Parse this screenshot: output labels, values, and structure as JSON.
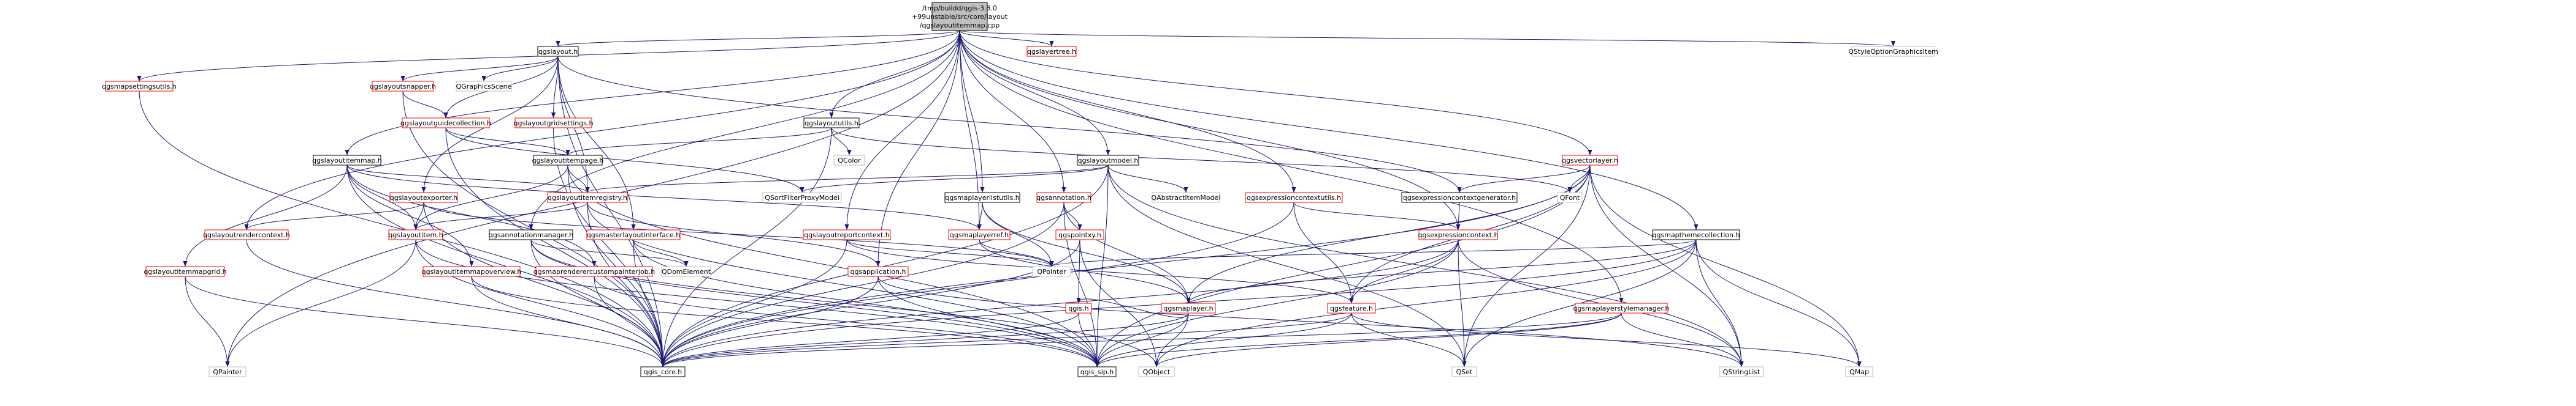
{
  "root": {
    "lines": [
      "/tmp/buildd/qgis-3.8.0",
      "+99unstable/src/core/layout",
      "/qgslayoutitemmap.cpp"
    ]
  },
  "colors": {
    "root_fill": "#bfbfbf",
    "red": "#ff0000",
    "black": "#000000",
    "gray": "#bfbfbf",
    "edge": "#191970"
  },
  "nodes": [
    {
      "id": "root",
      "style": "root"
    },
    {
      "id": "qgslayout",
      "label": "qgslayout.h",
      "style": "black"
    },
    {
      "id": "qgslayertree",
      "label": "qgslayertree.h",
      "style": "red"
    },
    {
      "id": "qstyleopt",
      "label": "QStyleOptionGraphicsItem",
      "style": "gray"
    },
    {
      "id": "qgsmapsettingsutils",
      "label": "qgsmapsettingsutils.h",
      "style": "red"
    },
    {
      "id": "qgslayoutsnapper",
      "label": "qgslayoutsnapper.h",
      "style": "red"
    },
    {
      "id": "qgraphicsscene",
      "label": "QGraphicsScene",
      "style": "gray"
    },
    {
      "id": "qgslayoutgridsettings",
      "label": "qgslayoutgridsettings.h",
      "style": "red"
    },
    {
      "id": "qgslayoutguidecollection",
      "label": "qgslayoutguidecollection.h",
      "style": "red"
    },
    {
      "id": "qgslayoututils",
      "label": "qgslayoututils.h",
      "style": "black"
    },
    {
      "id": "qcolor",
      "label": "QColor",
      "style": "gray"
    },
    {
      "id": "qgslayoutitemmap",
      "label": "qgslayoutitemmap.h",
      "style": "black"
    },
    {
      "id": "qgslayoutitempage",
      "label": "qgslayoutitempage.h",
      "style": "black"
    },
    {
      "id": "qgslayoutmodel",
      "label": "qgslayoutmodel.h",
      "style": "black"
    },
    {
      "id": "qgsvectorlayer",
      "label": "qgsvectorlayer.h",
      "style": "red"
    },
    {
      "id": "qgslayoutexporter",
      "label": "qgslayoutexporter.h",
      "style": "red"
    },
    {
      "id": "qgslayoutitemregistry",
      "label": "qgslayoutitemregistry.h",
      "style": "red"
    },
    {
      "id": "qsortfilterproxymodel",
      "label": "QSortFilterProxyModel",
      "style": "gray"
    },
    {
      "id": "qgsmaplayerlistutils",
      "label": "qgsmaplayerlistutils.h",
      "style": "black"
    },
    {
      "id": "qgsannotation",
      "label": "qgsannotation.h",
      "style": "red"
    },
    {
      "id": "qabstractitemmodel",
      "label": "QAbstractItemModel",
      "style": "gray"
    },
    {
      "id": "qgsexpressioncontextutils",
      "label": "qgsexpressioncontextutils.h",
      "style": "red"
    },
    {
      "id": "qgsexpressioncontextgenerator",
      "label": "qgsexpressioncontextgenerator.h",
      "style": "black"
    },
    {
      "id": "qfont",
      "label": "QFont",
      "style": "gray"
    },
    {
      "id": "qgslayoutrendercontext",
      "label": "qgslayoutrendercontext.h",
      "style": "red"
    },
    {
      "id": "qgslayoutitem",
      "label": "qgslayoutitem.h",
      "style": "red"
    },
    {
      "id": "qgsannotationmanager",
      "label": "qgsannotationmanager.h",
      "style": "black"
    },
    {
      "id": "qgsmasterlayoutinterface",
      "label": "qgsmasterlayoutinterface.h",
      "style": "red"
    },
    {
      "id": "qgslayoutreportcontext",
      "label": "qgslayoutreportcontext.h",
      "style": "red"
    },
    {
      "id": "qgsmaplayerref",
      "label": "qgsmaplayerref.h",
      "style": "red"
    },
    {
      "id": "qgspointxy",
      "label": "qgspointxy.h",
      "style": "red"
    },
    {
      "id": "qgsexpressioncontext",
      "label": "qgsexpressioncontext.h",
      "style": "red"
    },
    {
      "id": "qgsmapthemecollection",
      "label": "qgsmapthemecollection.h",
      "style": "black"
    },
    {
      "id": "qgslayoutitemmapgrid",
      "label": "qgslayoutitemmapgrid.h",
      "style": "red"
    },
    {
      "id": "qgslayoutitemmapoverview",
      "label": "qgslayoutitemmapoverview.h",
      "style": "red"
    },
    {
      "id": "qgsmaprenderercustompainterjob",
      "label": "qgsmaprenderercustompainterjob.h",
      "style": "red"
    },
    {
      "id": "qdomelement",
      "label": "QDomElement",
      "style": "gray"
    },
    {
      "id": "qgsapplication",
      "label": "qgsapplication.h",
      "style": "red"
    },
    {
      "id": "qpointer",
      "label": "QPointer",
      "style": "gray"
    },
    {
      "id": "qgis",
      "label": "qgis.h",
      "style": "red"
    },
    {
      "id": "qgsmaplayer",
      "label": "qgsmaplayer.h",
      "style": "red"
    },
    {
      "id": "qgsfeature",
      "label": "qgsfeature.h",
      "style": "red"
    },
    {
      "id": "qgsmaplayerstylemanager",
      "label": "qgsmaplayerstylemanager.h",
      "style": "red"
    },
    {
      "id": "qpainter",
      "label": "QPainter",
      "style": "gray"
    },
    {
      "id": "qgis_core",
      "label": "qgis_core.h",
      "style": "black"
    },
    {
      "id": "qgis_sip",
      "label": "qgis_sip.h",
      "style": "black"
    },
    {
      "id": "qobject",
      "label": "QObject",
      "style": "gray"
    },
    {
      "id": "qset",
      "label": "QSet",
      "style": "gray"
    },
    {
      "id": "qstringlist",
      "label": "QStringList",
      "style": "gray"
    },
    {
      "id": "qmap",
      "label": "QMap",
      "style": "gray"
    }
  ],
  "edges": [
    [
      "root",
      "qgslayout"
    ],
    [
      "root",
      "qgslayertree"
    ],
    [
      "root",
      "qstyleopt"
    ],
    [
      "root",
      "qgsmapsettingsutils"
    ],
    [
      "root",
      "qgslayoututils"
    ],
    [
      "root",
      "qgslayoutitemmap"
    ],
    [
      "root",
      "qgslayoutmodel"
    ],
    [
      "root",
      "qgsvectorlayer"
    ],
    [
      "root",
      "qgsmaplayerlistutils"
    ],
    [
      "root",
      "qgsannotation"
    ],
    [
      "root",
      "qgsexpressioncontextutils"
    ],
    [
      "root",
      "qgsexpressioncontext"
    ],
    [
      "root",
      "qgslayoutrendercontext"
    ],
    [
      "root",
      "qgsannotationmanager"
    ],
    [
      "root",
      "qgslayoutreportcontext"
    ],
    [
      "root",
      "qgsmaplayerref"
    ],
    [
      "root",
      "qgsapplication"
    ],
    [
      "root",
      "qgsmapthemecollection"
    ],
    [
      "root",
      "qgsmaplayerstylemanager"
    ],
    [
      "root",
      "qpainter"
    ],
    [
      "qgslayout",
      "qgslayoutsnapper"
    ],
    [
      "qgslayout",
      "qgraphicsscene"
    ],
    [
      "qgslayout",
      "qgslayoutgridsettings"
    ],
    [
      "qgslayout",
      "qgslayoutguidecollection"
    ],
    [
      "qgslayout",
      "qgslayoutexporter"
    ],
    [
      "qgslayout",
      "qgsmasterlayoutinterface"
    ],
    [
      "qgslayout",
      "qgsexpressioncontextgenerator"
    ],
    [
      "qgslayout",
      "qgis_core"
    ],
    [
      "qgslayoutsnapper",
      "qgslayoutguidecollection"
    ],
    [
      "qgslayoutsnapper",
      "qgis_core"
    ],
    [
      "qgslayoutgridsettings",
      "qgis_core"
    ],
    [
      "qgslayoutguidecollection",
      "qgslayoutitempage"
    ],
    [
      "qgslayoutguidecollection",
      "qsortfilterproxymodel"
    ],
    [
      "qgslayoutguidecollection",
      "qgis_core"
    ],
    [
      "qgslayoututils",
      "qgslayoutitempage"
    ],
    [
      "qgslayoututils",
      "qcolor"
    ],
    [
      "qgslayoututils",
      "qfont"
    ],
    [
      "qgslayoututils",
      "qgis_core"
    ],
    [
      "qgslayoutitempage",
      "qgslayoutitemregistry"
    ],
    [
      "qgslayoutitempage",
      "qgslayoutitem"
    ],
    [
      "qgslayoutitempage",
      "qgis_sip"
    ],
    [
      "qgslayoutitempage",
      "qgis_core"
    ],
    [
      "qgslayoutitemmap",
      "qgslayoutitem"
    ],
    [
      "qgslayoutitemmap",
      "qgslayoutitemmapgrid"
    ],
    [
      "qgslayoutitemmap",
      "qgslayoutitemmapoverview"
    ],
    [
      "qgslayoutitemmap",
      "qgsmaprenderercustompainterjob"
    ],
    [
      "qgslayoutitemmap",
      "qgsmaplayerref"
    ],
    [
      "qgslayoutitemmap",
      "qgslayoutitemregistry"
    ],
    [
      "qgslayoutitemmap",
      "qgis_core"
    ],
    [
      "qgslayoutmodel",
      "qgslayoutitemregistry"
    ],
    [
      "qgslayoutmodel",
      "qsortfilterproxymodel"
    ],
    [
      "qgslayoutmodel",
      "qabstractitemmodel"
    ],
    [
      "qgslayoutmodel",
      "qgis_core"
    ],
    [
      "qgslayoutmodel",
      "qgis_sip"
    ],
    [
      "qgslayoutmodel",
      "qset"
    ],
    [
      "qgslayoutmodel",
      "qstringlist"
    ],
    [
      "qgsvectorlayer",
      "qgsexpressioncontextgenerator"
    ],
    [
      "qgsvectorlayer",
      "qfont"
    ],
    [
      "qgsvectorlayer",
      "qgsmaplayer"
    ],
    [
      "qgsvectorlayer",
      "qgsfeature"
    ],
    [
      "qgsvectorlayer",
      "qgis_core"
    ],
    [
      "qgsvectorlayer",
      "qset"
    ],
    [
      "qgsvectorlayer",
      "qstringlist"
    ],
    [
      "qgsvectorlayer",
      "qmap"
    ],
    [
      "qgsvectorlayer",
      "qgis_sip"
    ],
    [
      "qgslayoutexporter",
      "qgslayoutrendercontext"
    ],
    [
      "qgslayoutexporter",
      "qgslayoutitem"
    ],
    [
      "qgslayoutexporter",
      "qgis_core"
    ],
    [
      "qgslayoutexporter",
      "qpointer"
    ],
    [
      "qgslayoutitemregistry",
      "qgslayoutitem"
    ],
    [
      "qgslayoutitemregistry",
      "qgsapplication"
    ],
    [
      "qgslayoutitemregistry",
      "qgis_core"
    ],
    [
      "qgslayoutitemregistry",
      "qgis_sip"
    ],
    [
      "qgsmaplayerlistutils",
      "qgsmaplayerref"
    ],
    [
      "qgsmaplayerlistutils",
      "qgsmaplayer"
    ],
    [
      "qgsmaplayerlistutils",
      "qpointer"
    ],
    [
      "qgsannotation",
      "qgspointxy"
    ],
    [
      "qgsannotation",
      "qgsmaplayer"
    ],
    [
      "qgsannotation",
      "qgis_core"
    ],
    [
      "qgsannotation",
      "qgis_sip"
    ],
    [
      "qgsexpressioncontextutils",
      "qgsexpressioncontext"
    ],
    [
      "qgsexpressioncontextutils",
      "qgsfeature"
    ],
    [
      "qgsexpressioncontextutils",
      "qgis_core"
    ],
    [
      "qgsexpressioncontextgenerator",
      "qgsexpressioncontext"
    ],
    [
      "qgslayoutrendercontext",
      "qgis_core"
    ],
    [
      "qgslayoutitem",
      "qpainter"
    ],
    [
      "qgslayoutitem",
      "qgis_core"
    ],
    [
      "qgslayoutitem",
      "qgis_sip"
    ],
    [
      "qgsannotationmanager",
      "qgis_core"
    ],
    [
      "qgsannotationmanager",
      "qdomelement"
    ],
    [
      "qgsannotationmanager",
      "qgis_sip"
    ],
    [
      "qgsannotationmanager",
      "qobject"
    ],
    [
      "qgsmasterlayoutinterface",
      "qgis_core"
    ],
    [
      "qgsmasterlayoutinterface",
      "qgis_sip"
    ],
    [
      "qgsmasterlayoutinterface",
      "qdomelement"
    ],
    [
      "qgslayoutreportcontext",
      "qgsfeature"
    ],
    [
      "qgslayoutreportcontext",
      "qgis_core"
    ],
    [
      "qgslayoutreportcontext",
      "qpointer"
    ],
    [
      "qgsmaplayerref",
      "qgsmaplayer"
    ],
    [
      "qgsmaplayerref",
      "qpointer"
    ],
    [
      "qgspointxy",
      "qgis"
    ],
    [
      "qgspointxy",
      "qgis_core"
    ],
    [
      "qgspointxy",
      "qobject"
    ],
    [
      "qgsexpressioncontext",
      "qgsfeature"
    ],
    [
      "qgsexpressioncontext",
      "qgis_core"
    ],
    [
      "qgsexpressioncontext",
      "qgis_sip"
    ],
    [
      "qgsexpressioncontext",
      "qset"
    ],
    [
      "qgsexpressioncontext",
      "qstringlist"
    ],
    [
      "qgsmapthemecollection",
      "qgsmaplayer"
    ],
    [
      "qgsmapthemecollection",
      "qgis_core"
    ],
    [
      "qgsmapthemecollection",
      "qset"
    ],
    [
      "qgsmapthemecollection",
      "qstringlist"
    ],
    [
      "qgsmapthemecollection",
      "qobject"
    ],
    [
      "qgsmapthemecollection",
      "qmap"
    ],
    [
      "qgsmapthemecollection",
      "qpointer"
    ],
    [
      "qgslayoutitemmapgrid",
      "qgis_core"
    ],
    [
      "qgslayoutitemmapgrid",
      "qpainter"
    ],
    [
      "qgslayoutitemmapoverview",
      "qgis_core"
    ],
    [
      "qgslayoutitemmapoverview",
      "qgis_sip"
    ],
    [
      "qgsmaprenderercustompainterjob",
      "qgis_core"
    ],
    [
      "qgsmaprenderercustompainterjob",
      "qgis_sip"
    ],
    [
      "qgsapplication",
      "qgis_core"
    ],
    [
      "qgsapplication",
      "qgis_sip"
    ],
    [
      "qgsapplication",
      "qstringlist"
    ],
    [
      "qgis",
      "qgis_core"
    ],
    [
      "qgis",
      "qgis_sip"
    ],
    [
      "qgsmaplayer",
      "qgis_core"
    ],
    [
      "qgsmaplayer",
      "qgis_sip"
    ],
    [
      "qgsmaplayer",
      "qobject"
    ],
    [
      "qgsmaplayer",
      "qgis"
    ],
    [
      "qgsfeature",
      "qgis_core"
    ],
    [
      "qgsfeature",
      "qset"
    ],
    [
      "qgsfeature",
      "qmap"
    ],
    [
      "qgsfeature",
      "qgis_sip"
    ],
    [
      "qgsmaplayerstylemanager",
      "qgis_core"
    ],
    [
      "qgsmaplayerstylemanager",
      "qgis_sip"
    ],
    [
      "qgsmaplayerstylemanager",
      "qstringlist"
    ],
    [
      "qgsmaplayerstylemanager",
      "qobject"
    ],
    [
      "qgsmapsettingsutils",
      "qgis_core"
    ],
    [
      "qgslayout",
      "qgslayoutitemregistry"
    ]
  ]
}
